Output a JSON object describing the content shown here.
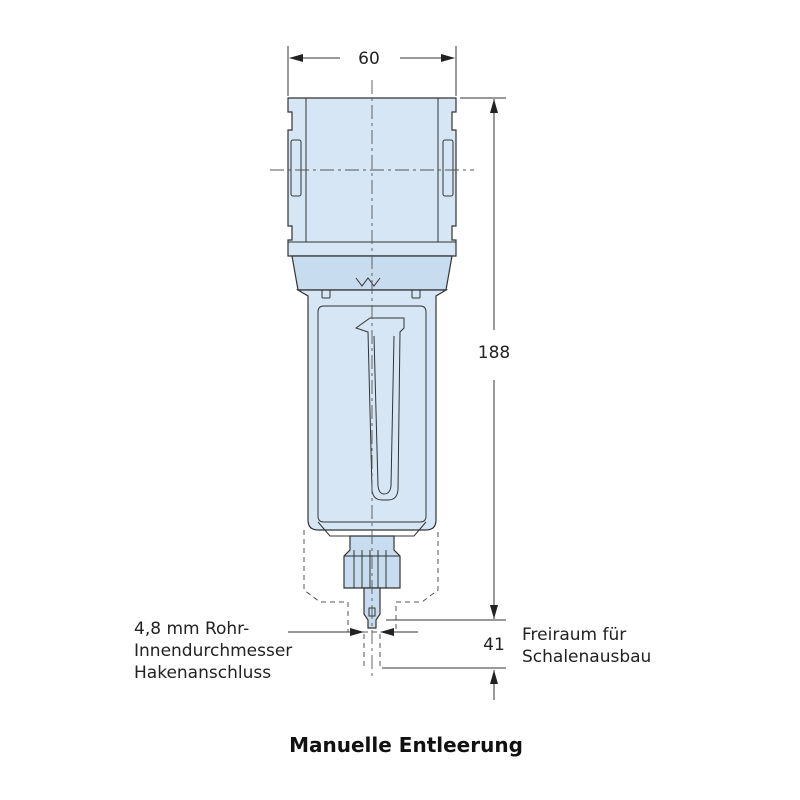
{
  "dimensions": {
    "width": "60",
    "height": "188",
    "clearance": "41"
  },
  "annotations": {
    "tube_line1": "4,8 mm Rohr-",
    "tube_line2": "Innendurchmesser",
    "tube_line3": "Hakenanschluss",
    "clearance_line1": "Freiraum für",
    "clearance_line2": "Schalenausbau"
  },
  "caption": "Manuelle Entleerung",
  "colors": {
    "body_fill": "#d6e6f5",
    "outline": "#333333"
  }
}
